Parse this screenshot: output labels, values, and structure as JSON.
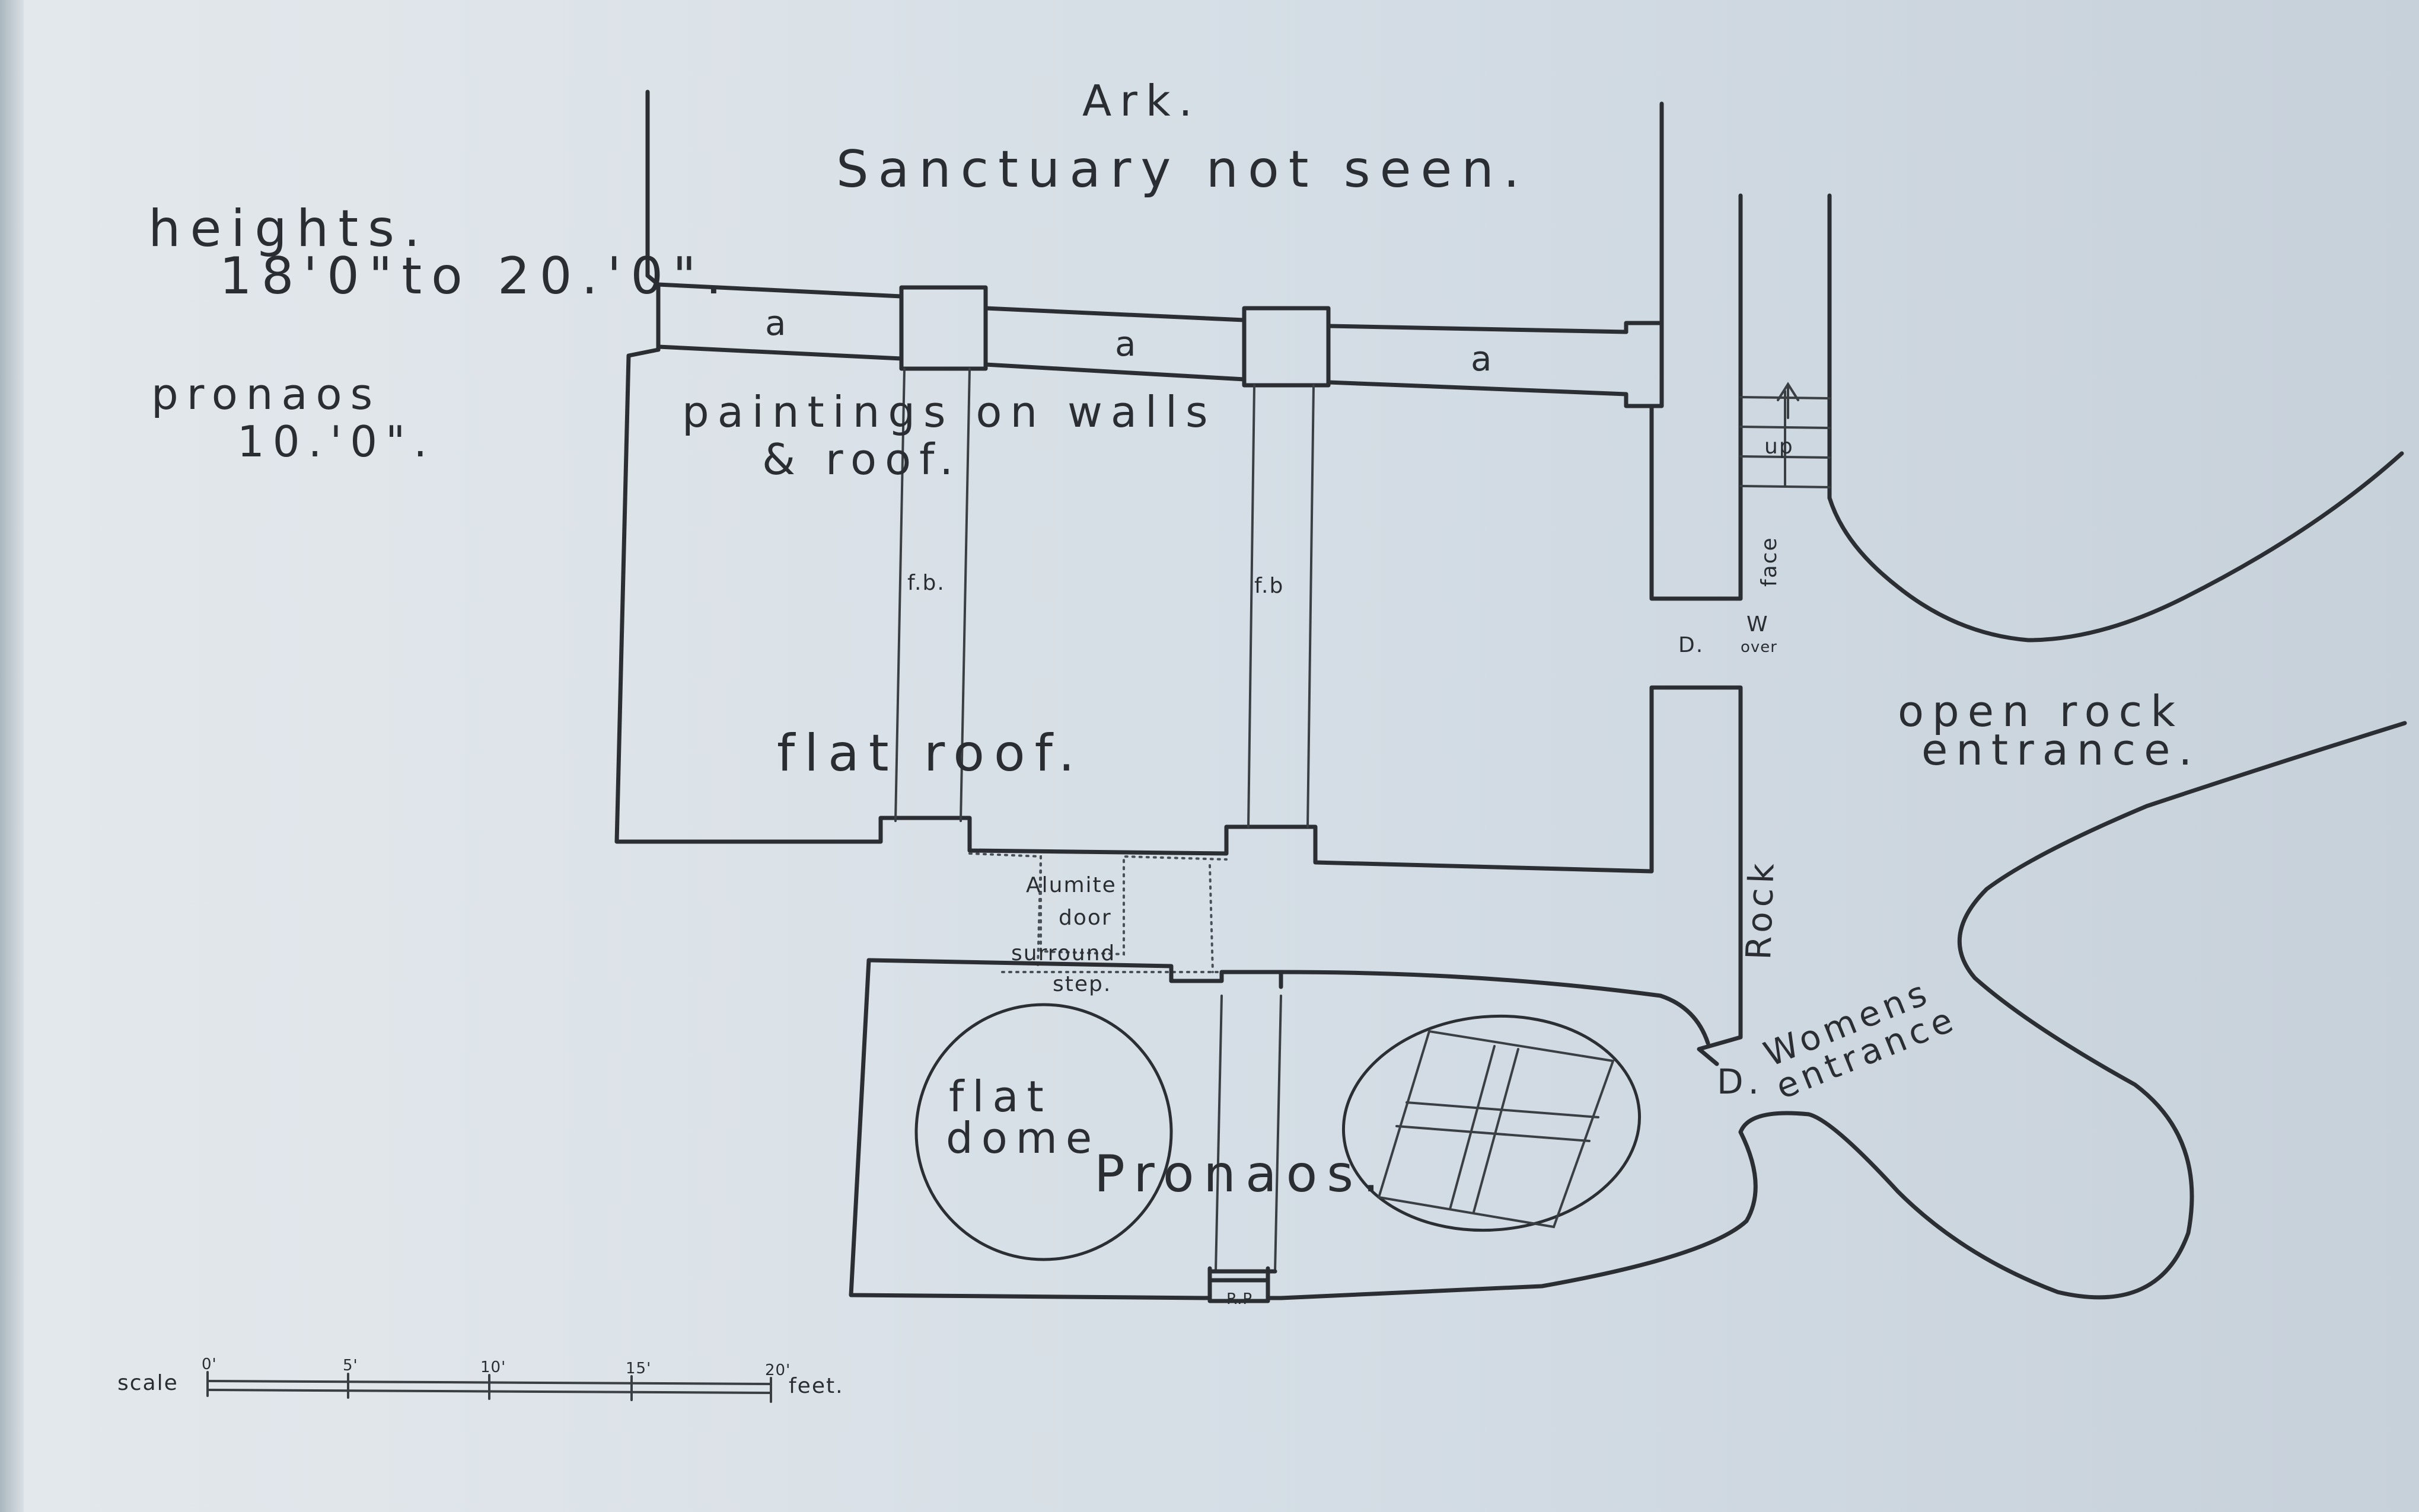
{
  "labels": {
    "ark": "Ark.",
    "sanctuary": "Sanctuary not seen.",
    "heights": "heights.",
    "heights_value": "18'0\"to 20.'0\".",
    "pronaos_height": "pronaos",
    "pronaos_height_value": "10.'0\".",
    "a1": "a",
    "a2": "a",
    "a3": "a",
    "paintings": "paintings on walls",
    "roof_note": "& roof.",
    "fb1": "f.b.",
    "fb2": "f.b",
    "flat_roof": "flat roof.",
    "door_line1": "Alumite",
    "door_line2": "door",
    "door_line3": "surround",
    "door_line4": "step.",
    "flat_dome_1": "flat",
    "flat_dome_2": "dome",
    "pronaos": "Pronaos.",
    "rp": "R.P",
    "up": "up",
    "face": "face",
    "d1": "D.",
    "w_over_1": "W",
    "w_over_2": "over",
    "open_rock_1": "open rock",
    "open_rock_2": "entrance.",
    "rock": "Rock",
    "d2": "D.",
    "womens_1": "Womens",
    "womens_2": "entrance"
  },
  "scale": {
    "label": "scale",
    "ticks": [
      "0'",
      "5'",
      "10'",
      "15'",
      "20'"
    ],
    "unit": "feet."
  }
}
